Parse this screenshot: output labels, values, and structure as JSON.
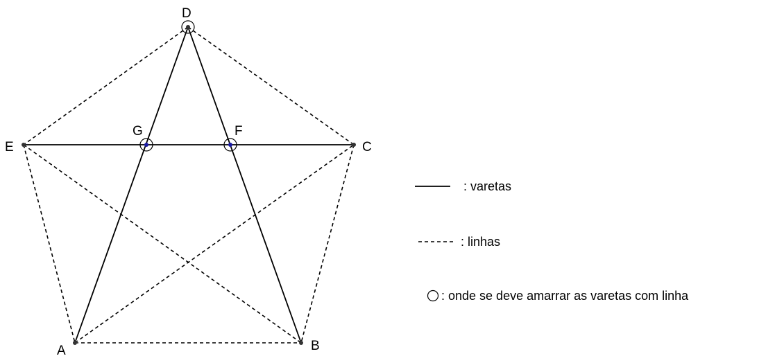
{
  "points": {
    "A": "A",
    "B": "B",
    "C": "C",
    "D": "D",
    "E": "E",
    "F": "F",
    "G": "G"
  },
  "legend": {
    "solid_label": ": varetas",
    "dashed_label": ": linhas",
    "circle_label": ": onde se deve amarrar as varetas com linha"
  },
  "colors": {
    "line": "#000000",
    "point": "#333333",
    "tie_point": "#1a1aa6"
  }
}
